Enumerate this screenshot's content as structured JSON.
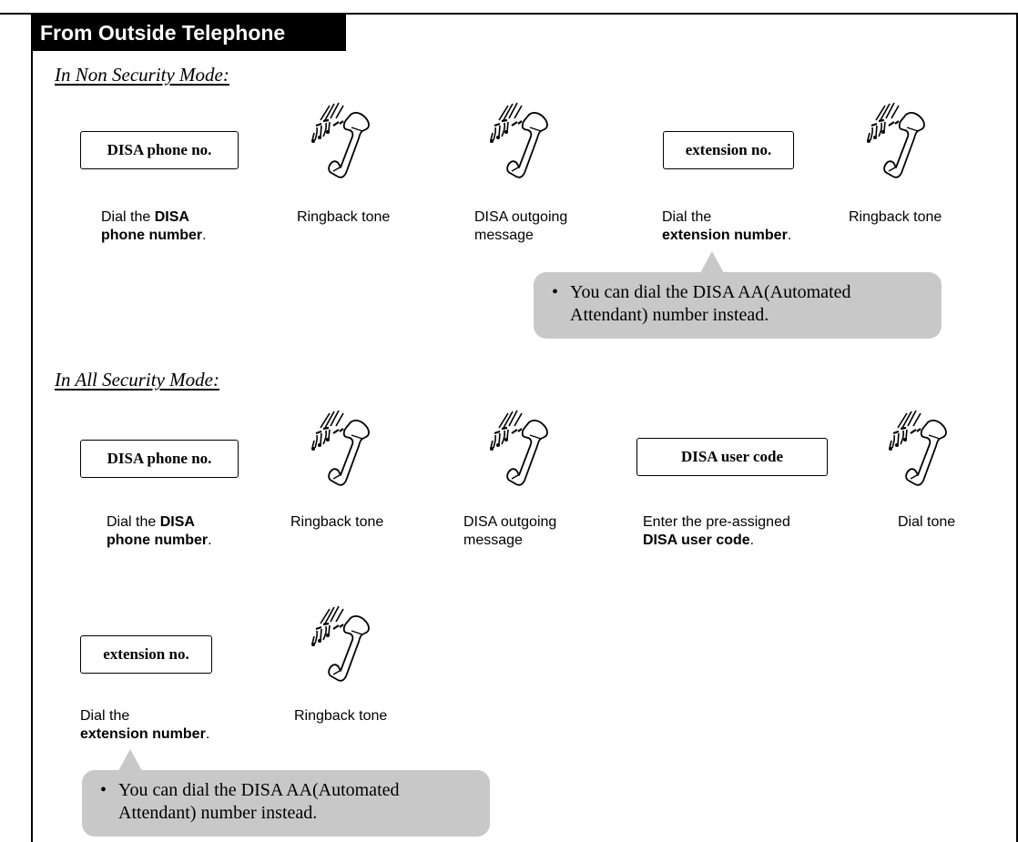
{
  "header": {
    "title": "From Outside Telephone"
  },
  "non_security": {
    "title": "In Non Security Mode:",
    "step1_box": "DISA phone no.",
    "step1_cap_pre": "Dial the ",
    "step1_cap_bold1": "DISA",
    "step1_cap_bold2": "phone number",
    "step1_cap_post": ".",
    "step2_cap": "Ringback tone",
    "step3_cap_l1": "DISA outgoing",
    "step3_cap_l2": "message",
    "step4_box": "extension no.",
    "step4_cap_pre": "Dial the",
    "step4_cap_bold": "extension number",
    "step4_cap_post": ".",
    "step5_cap": "Ringback tone",
    "note_bullet": "•",
    "note_text": "You can dial the DISA AA(Automated Attendant) number instead."
  },
  "all_security": {
    "title": "In All Security Mode:",
    "step1_box": "DISA phone no.",
    "step1_cap_pre": "Dial the ",
    "step1_cap_bold1": "DISA",
    "step1_cap_bold2": "phone number",
    "step1_cap_post": ".",
    "step2_cap": "Ringback tone",
    "step3_cap_l1": "DISA outgoing",
    "step3_cap_l2": "message",
    "step4_box": "DISA user code",
    "step4_cap_l1": "Enter the pre-assigned",
    "step4_cap_bold": "DISA user code",
    "step4_cap_post": ".",
    "step5_cap": "Dial tone",
    "step6_box": "extension no.",
    "step6_cap_pre": "Dial the",
    "step6_cap_bold": "extension number",
    "step6_cap_post": ".",
    "step7_cap": "Ringback tone",
    "note_bullet": "•",
    "note_text": "You can dial the DISA AA(Automated Attendant) number instead."
  },
  "icons": {
    "handset": "ringing-handset-icon"
  },
  "colors": {
    "header_bg": "#000000",
    "header_text": "#ffffff",
    "note_bg": "#c8c8c8"
  }
}
